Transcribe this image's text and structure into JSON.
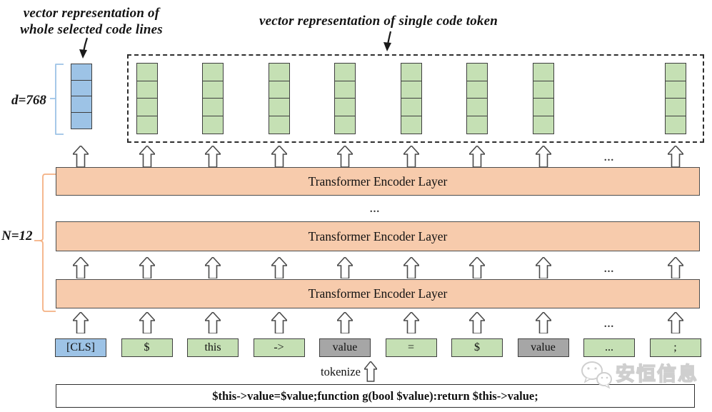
{
  "annotations": {
    "left_title_line1": "vector representation of",
    "left_title_line2": "whole selected code lines",
    "top_title": "vector representation of single code token",
    "d_label": "d=768",
    "n_label": "N=12",
    "tokenize_label": "tokenize",
    "dots": "..."
  },
  "encoder": {
    "layer_label": "Transformer Encoder Layer",
    "layers_visible": 3,
    "between_layers_dots": "..."
  },
  "vectors": {
    "cls_vector_cells": 4,
    "token_vector_cells": 4,
    "green_vector_count": 8
  },
  "tokens": [
    {
      "label": "[CLS]",
      "type": "cls"
    },
    {
      "label": "$",
      "type": "code"
    },
    {
      "label": "this",
      "type": "code"
    },
    {
      "label": "->",
      "type": "code"
    },
    {
      "label": "value",
      "type": "var"
    },
    {
      "label": "=",
      "type": "code"
    },
    {
      "label": "$",
      "type": "code"
    },
    {
      "label": "value",
      "type": "var"
    },
    {
      "label": "...",
      "type": "code"
    },
    {
      "label": ";",
      "type": "code"
    }
  ],
  "code_line": "$this->value=$value;function g(bool $value):return $this->value;",
  "watermark_text": "安恒信息",
  "colors": {
    "cls_blue": "#9DC3E6",
    "token_green": "#C5E0B4",
    "var_gray": "#A6A6A6",
    "encoder_orange": "#F7CBAC",
    "n_bracket_orange": "#F4B183",
    "d_bracket_blue": "#9DC3E6",
    "border_dark": "#3f3f3f",
    "watermark_gray": "#cfcfcf"
  }
}
